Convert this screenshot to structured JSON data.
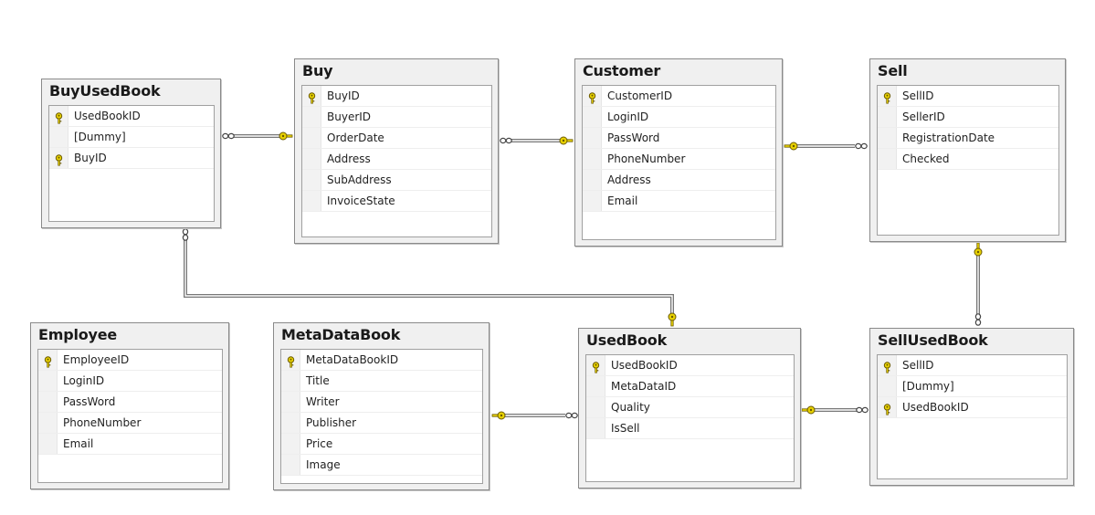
{
  "tables": {
    "buyusedbook": {
      "title": "BuyUsedBook",
      "columns": [
        {
          "name": "UsedBookID",
          "pk": true
        },
        {
          "name": "[Dummy]",
          "pk": false
        },
        {
          "name": "BuyID",
          "pk": true
        }
      ]
    },
    "buy": {
      "title": "Buy",
      "columns": [
        {
          "name": "BuyID",
          "pk": true
        },
        {
          "name": "BuyerID",
          "pk": false
        },
        {
          "name": "OrderDate",
          "pk": false
        },
        {
          "name": "Address",
          "pk": false
        },
        {
          "name": "SubAddress",
          "pk": false
        },
        {
          "name": "InvoiceState",
          "pk": false
        }
      ]
    },
    "customer": {
      "title": "Customer",
      "columns": [
        {
          "name": "CustomerID",
          "pk": true
        },
        {
          "name": "LoginID",
          "pk": false
        },
        {
          "name": "PassWord",
          "pk": false
        },
        {
          "name": "PhoneNumber",
          "pk": false
        },
        {
          "name": "Address",
          "pk": false
        },
        {
          "name": "Email",
          "pk": false
        }
      ]
    },
    "sell": {
      "title": "Sell",
      "columns": [
        {
          "name": "SellID",
          "pk": true
        },
        {
          "name": "SellerID",
          "pk": false
        },
        {
          "name": "RegistrationDate",
          "pk": false
        },
        {
          "name": "Checked",
          "pk": false
        }
      ]
    },
    "employee": {
      "title": "Employee",
      "columns": [
        {
          "name": "EmployeeID",
          "pk": true
        },
        {
          "name": "LoginID",
          "pk": false
        },
        {
          "name": "PassWord",
          "pk": false
        },
        {
          "name": "PhoneNumber",
          "pk": false
        },
        {
          "name": "Email",
          "pk": false
        }
      ]
    },
    "metadatabook": {
      "title": "MetaDataBook",
      "columns": [
        {
          "name": "MetaDataBookID",
          "pk": true
        },
        {
          "name": "Title",
          "pk": false
        },
        {
          "name": "Writer",
          "pk": false
        },
        {
          "name": "Publisher",
          "pk": false
        },
        {
          "name": "Price",
          "pk": false
        },
        {
          "name": "Image",
          "pk": false
        }
      ]
    },
    "usedbook": {
      "title": "UsedBook",
      "columns": [
        {
          "name": "UsedBookID",
          "pk": true
        },
        {
          "name": "MetaDataID",
          "pk": false
        },
        {
          "name": "Quality",
          "pk": false
        },
        {
          "name": "IsSell",
          "pk": false
        }
      ]
    },
    "sellusedbook": {
      "title": "SellUsedBook",
      "columns": [
        {
          "name": "SellID",
          "pk": true
        },
        {
          "name": "[Dummy]",
          "pk": false
        },
        {
          "name": "UsedBookID",
          "pk": true
        }
      ]
    }
  },
  "relationships": [
    {
      "from": "buyusedbook",
      "to": "buy",
      "many_end": "buyusedbook",
      "one_end": "buy"
    },
    {
      "from": "buy",
      "to": "customer",
      "many_end": "buy",
      "one_end": "customer"
    },
    {
      "from": "sell",
      "to": "customer",
      "many_end": "sell",
      "one_end": "customer"
    },
    {
      "from": "buyusedbook",
      "to": "usedbook",
      "many_end": "buyusedbook",
      "one_end": "usedbook"
    },
    {
      "from": "sellusedbook",
      "to": "sell",
      "many_end": "sellusedbook",
      "one_end": "sell"
    },
    {
      "from": "usedbook",
      "to": "metadatabook",
      "many_end": "usedbook",
      "one_end": "metadatabook"
    },
    {
      "from": "sellusedbook",
      "to": "usedbook",
      "many_end": "sellusedbook",
      "one_end": "usedbook"
    }
  ],
  "colors": {
    "key_icon": "#e8d200",
    "key_outline": "#6b5a00",
    "connector": "#777777",
    "panel": "#f0f0f0"
  }
}
